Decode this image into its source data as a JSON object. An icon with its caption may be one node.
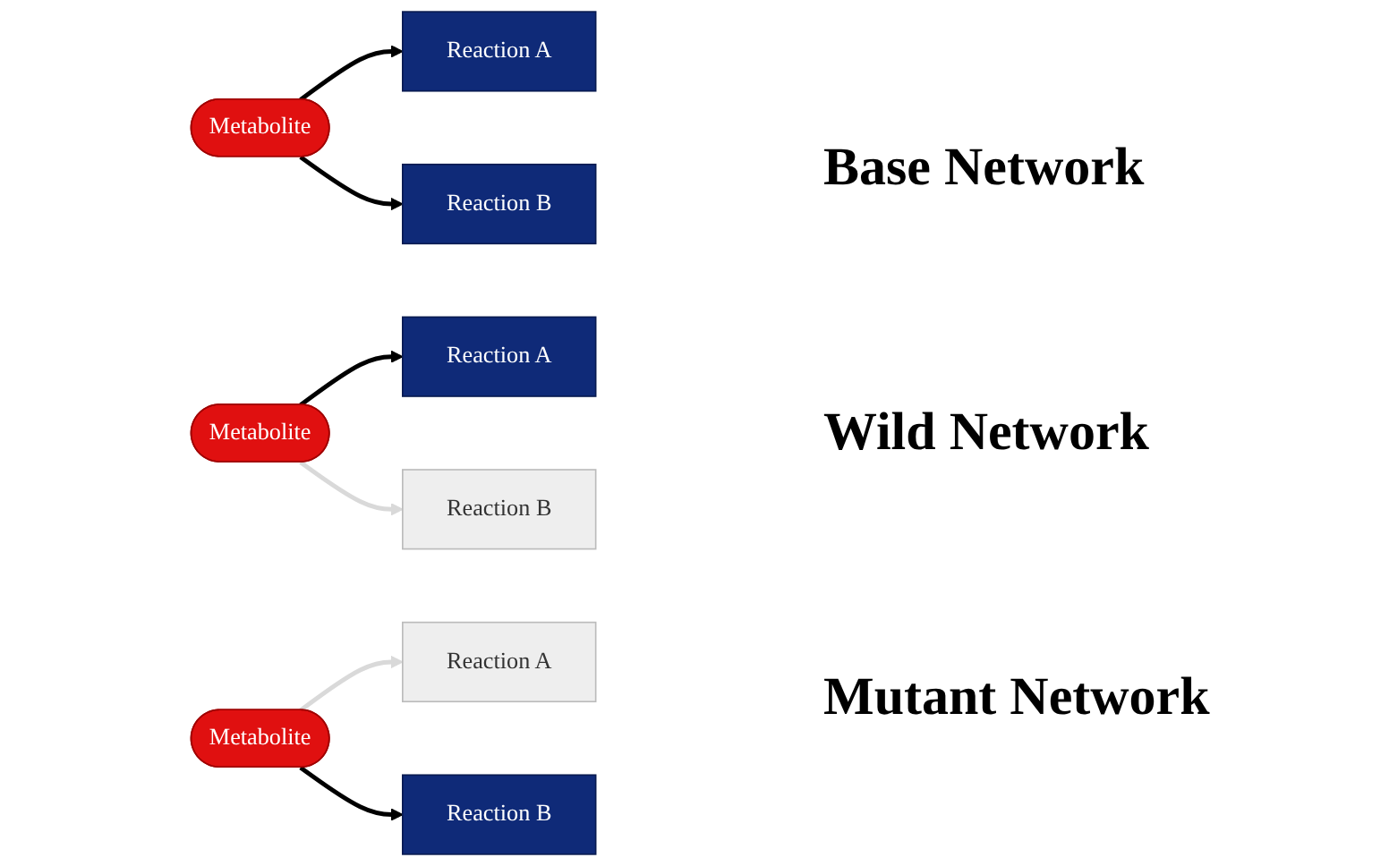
{
  "diagram": {
    "nodes": [
      {
        "text": [
          "Metabolite"
        ]
      },
      {
        "text": [
          "Reaction A"
        ]
      },
      {
        "text": [
          "Reaction B"
        ]
      },
      {
        "text": [
          "Metabolite"
        ]
      },
      {
        "text": [
          "Reaction A"
        ]
      },
      {
        "text": [
          "Reaction B"
        ]
      },
      {
        "text": [
          "Metabolite"
        ]
      },
      {
        "text": [
          "Reaction A"
        ]
      },
      {
        "text": [
          "Reaction B"
        ]
      }
    ],
    "edges": [
      {
        "from": 0,
        "to": 1,
        "arrow": "to"
      },
      {
        "from": 0,
        "to": 2,
        "arrow": "to"
      },
      {
        "from": 3,
        "to": 4,
        "arrow": "to"
      },
      {
        "from": 3,
        "to": 5,
        "arrow": "to",
        "color": "#d9d9d9"
      },
      {
        "from": 6,
        "to": 7,
        "arrow": "to",
        "color": "#d9d9d9"
      },
      {
        "from": 6,
        "to": 8,
        "arrow": "to"
      }
    ],
    "labels": [
      "Base Network",
      "Wild Network",
      "Mutant Network"
    ]
  }
}
